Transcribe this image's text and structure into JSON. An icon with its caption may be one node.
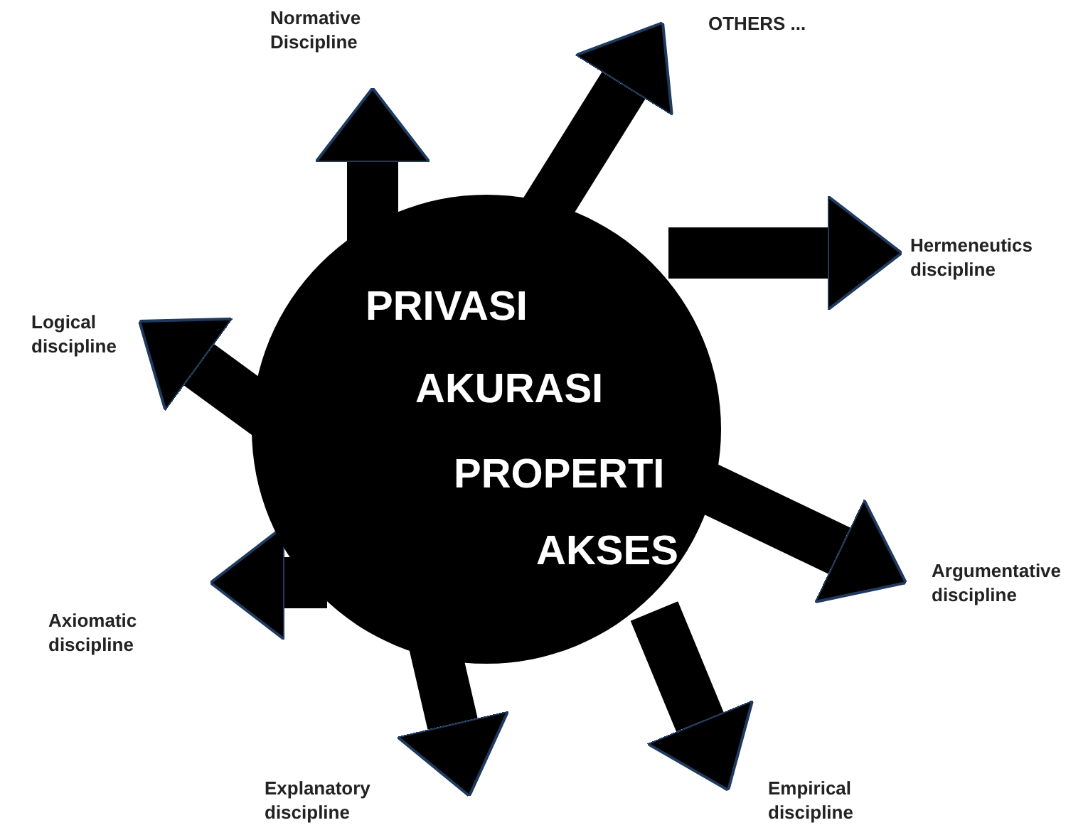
{
  "diagram": {
    "nodes": [
      {
        "text": [
          "PRIVASI",
          "AKURASI",
          "PROPERTI",
          "AKSES"
        ]
      },
      {
        "text": [
          "Normative Discipline"
        ]
      },
      {
        "text": [
          "OTHERS ..."
        ]
      },
      {
        "text": [
          "Hermeneutics discipline"
        ]
      },
      {
        "text": [
          "Logical discipline"
        ]
      },
      {
        "text": [
          "Argumentative discipline"
        ]
      },
      {
        "text": [
          "Axiomatic discipline"
        ]
      },
      {
        "text": [
          "Explanatory discipline"
        ]
      },
      {
        "text": [
          "Empirical discipline"
        ]
      }
    ],
    "edges": [
      {
        "from": 0,
        "to": 1,
        "arrow": "to"
      },
      {
        "from": 0,
        "to": 2,
        "arrow": "to"
      },
      {
        "from": 0,
        "to": 3,
        "arrow": "to"
      },
      {
        "from": 0,
        "to": 4,
        "arrow": "to"
      },
      {
        "from": 0,
        "to": 5,
        "arrow": "to"
      },
      {
        "from": 0,
        "to": 6,
        "arrow": "to"
      },
      {
        "from": 0,
        "to": 7,
        "arrow": "to"
      },
      {
        "from": 0,
        "to": 8,
        "arrow": "to"
      }
    ]
  }
}
